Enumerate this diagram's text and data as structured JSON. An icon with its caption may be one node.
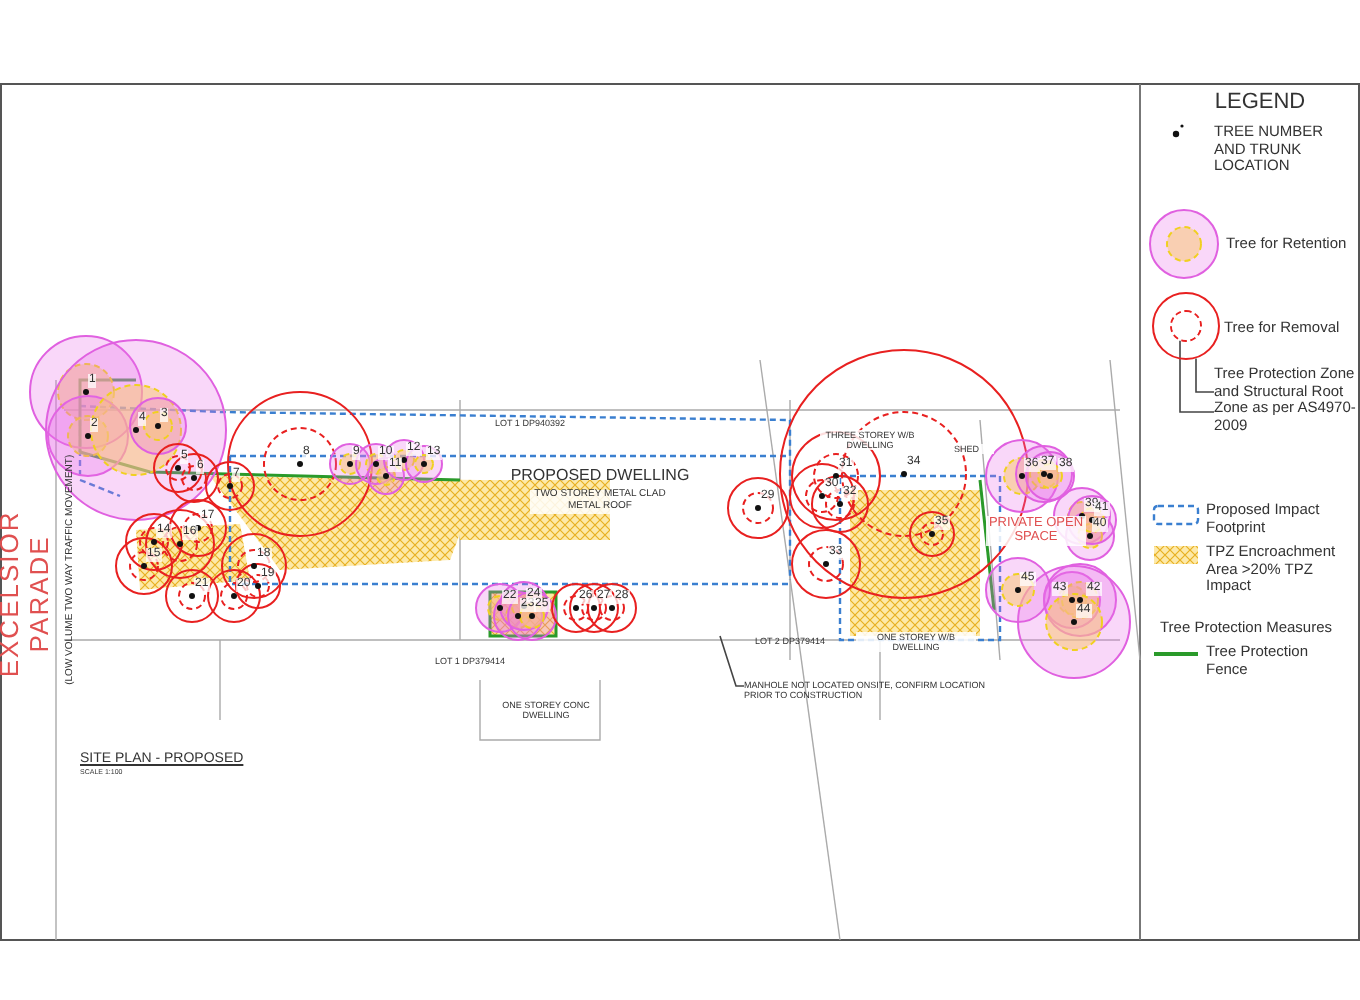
{
  "diagram": {
    "nodes": [
      {
        "text": [
          "Tree Protection Zone and Structural Root Zone as per AS4970-2009"
        ]
      },
      {
        "text": [],
        "shape": "circle"
      },
      {
        "text": [],
        "shape": "circle",
        "in": 1
      },
      {
        "text": [
          "MANHOLE NOT LOCATED ONSITE, CONFIRM LOCATION PRIOR TO CONSTRUCTION"
        ]
      }
    ],
    "edges": [
      {
        "from": 0,
        "to": 1,
        "arrow": "none"
      },
      {
        "from": 0,
        "to": 2,
        "arrow": "none"
      },
      {
        "from": 3,
        "to": null,
        "arrow": "none"
      }
    ],
    "labels": [
      "LEGEND",
      "EXCELSIOR PARADE",
      "(LOW VOLUME TWO WAY TRAFFIC MOVEMENT)",
      "LOT 1 DP940392",
      "PROPOSED DWELLING",
      "TWO STOREY METAL CLAD METAL ROOF",
      "LOT 1 DP379414",
      "LOT 2 DP379414",
      "THREE STOREY W/B DWELLING",
      "SHED",
      "PRIVATE OPEN SPACE",
      "ONE STOREY W/B DWELLING",
      "ONE STOREY CONC DWELLING",
      "SITE PLAN - PROPOSED",
      "SCALE 1:100",
      "Tree Protection Measures",
      "1",
      "2",
      "4",
      "3",
      "5",
      "6",
      "7",
      "8",
      "9",
      "10",
      "11",
      "12",
      "13",
      "14",
      "15",
      "16",
      "17",
      "18",
      "19",
      "21",
      "20",
      "22",
      "23",
      "24",
      "25",
      "26",
      "27",
      "28",
      "29",
      "30",
      "31",
      "32",
      "33",
      "34",
      "35",
      "36",
      "37",
      "38",
      "39",
      "40",
      "41",
      "43",
      "42",
      "44",
      "45"
    ],
    "legend": [
      {
        "text": "TREE NUMBER AND TRUNK LOCATION"
      },
      {
        "text": "Tree for Retention"
      },
      {
        "text": "Tree for Removal"
      },
      {
        "text": "Proposed Impact Footprint"
      },
      {
        "text": "TPZ Encroachment Area >20% TPZ Impact"
      },
      {
        "text": "Tree Protection Fence"
      }
    ]
  }
}
